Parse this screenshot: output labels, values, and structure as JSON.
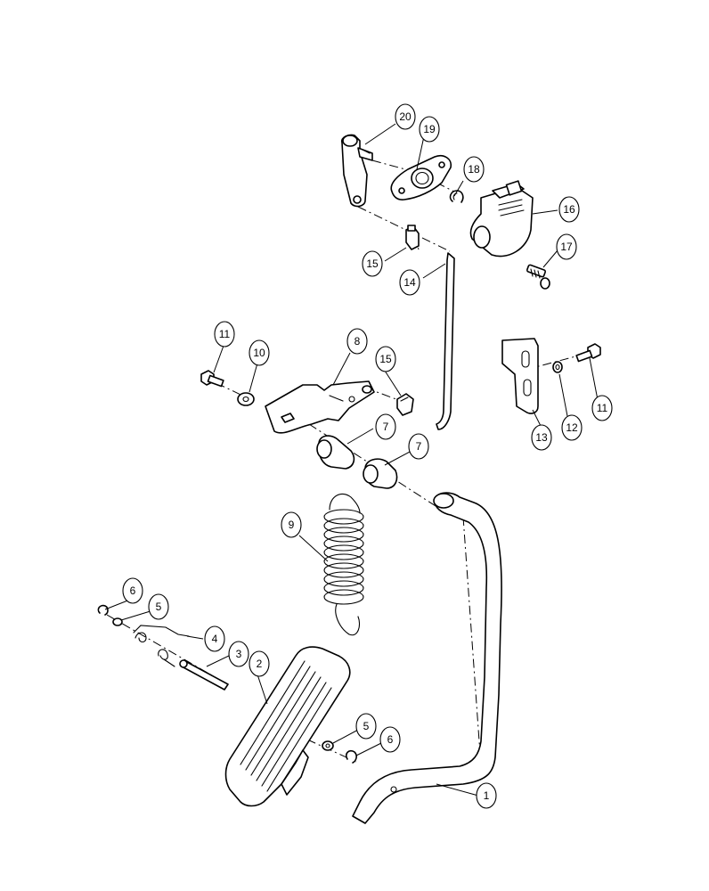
{
  "callouts": [
    {
      "id": "c20a",
      "label": "20"
    },
    {
      "id": "c19",
      "label": "19"
    },
    {
      "id": "c18",
      "label": "18"
    },
    {
      "id": "c16",
      "label": "16"
    },
    {
      "id": "c17",
      "label": "17"
    },
    {
      "id": "c15a",
      "label": "15"
    },
    {
      "id": "c14",
      "label": "14"
    },
    {
      "id": "c11a",
      "label": "11"
    },
    {
      "id": "c10",
      "label": "10"
    },
    {
      "id": "c8",
      "label": "8"
    },
    {
      "id": "c15b",
      "label": "15"
    },
    {
      "id": "c7a",
      "label": "7"
    },
    {
      "id": "c7b",
      "label": "7"
    },
    {
      "id": "c13",
      "label": "13"
    },
    {
      "id": "c12",
      "label": "12"
    },
    {
      "id": "c11b",
      "label": "11"
    },
    {
      "id": "c9",
      "label": "9"
    },
    {
      "id": "c6a",
      "label": "6"
    },
    {
      "id": "c5a",
      "label": "5"
    },
    {
      "id": "c4",
      "label": "4"
    },
    {
      "id": "c3",
      "label": "3"
    },
    {
      "id": "c2",
      "label": "2"
    },
    {
      "id": "c5b",
      "label": "5"
    },
    {
      "id": "c6b",
      "label": "6"
    },
    {
      "id": "c1",
      "label": "1"
    }
  ]
}
